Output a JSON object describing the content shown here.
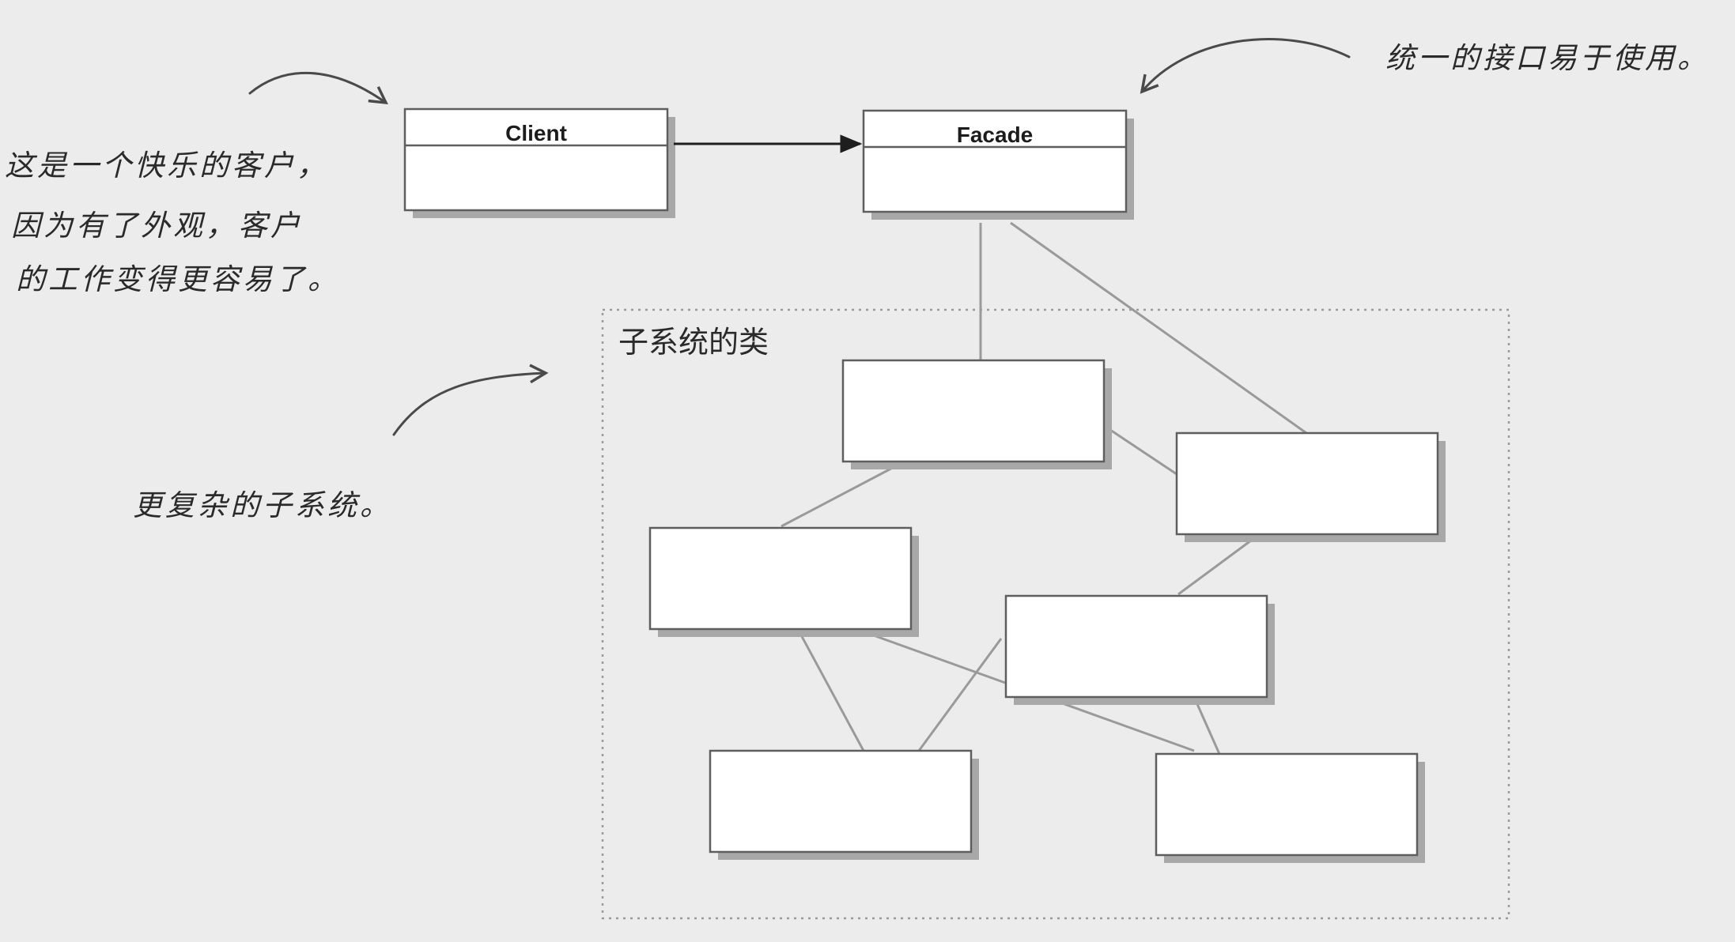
{
  "client": {
    "name": "Client"
  },
  "facade": {
    "name": "Facade"
  },
  "subsystem": {
    "title": "子系统的类"
  },
  "notes": {
    "client_note": [
      "这是一个快乐的客户，",
      "因为有了外观，客户",
      "的工作变得更容易了。"
    ],
    "facade_note": "统一的接口易于使用。",
    "subsystem_note": "更复杂的子系统。"
  },
  "colors": {
    "background": "#ececec",
    "box_fill": "#ffffff",
    "box_stroke": "#5e5e5e",
    "link": "#9a9a9a",
    "arrow": "#1e1e1e"
  }
}
